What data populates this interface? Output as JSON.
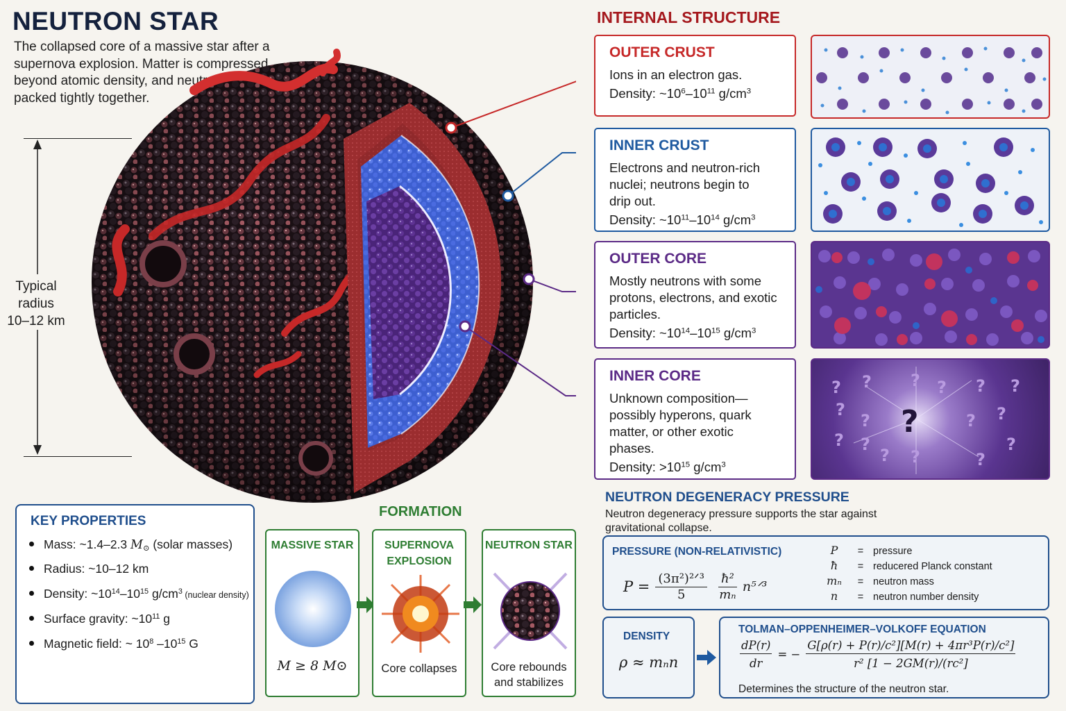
{
  "title": "NEUTRON STAR",
  "intro": "The collapsed core of a massive star after a supernova explosion. Matter is compressed beyond atomic density, and neutrons are packed tightly together.",
  "radius": {
    "label_line1": "Typical",
    "label_line2": "radius",
    "label_line3": "10–12 km"
  },
  "internal_structure": {
    "title": "INTERNAL STRUCTURE",
    "layers": [
      {
        "name": "OUTER CRUST",
        "description": "Ions in an electron gas.",
        "density_prefix": "Density:  ~10",
        "exp1": "6",
        "mid": "–10",
        "exp2": "11",
        "density_unit": " g/cm",
        "unit_exp": "3",
        "color": "#c62828"
      },
      {
        "name": "INNER CRUST",
        "description": "Electrons and neutron-rich nuclei; neutrons begin to drip out.",
        "density_prefix": "Density:  ~10",
        "exp1": "11",
        "mid": "–10",
        "exp2": "14",
        "density_unit": " g/cm",
        "unit_exp": "3",
        "color": "#1f5aa0"
      },
      {
        "name": "OUTER CORE",
        "description": "Mostly neutrons with some protons, electrons, and exotic particles.",
        "density_prefix": "Density:  ~10",
        "exp1": "14",
        "mid": "–10",
        "exp2": "15",
        "density_unit": "  g/cm",
        "unit_exp": "3",
        "color": "#5b2a86"
      },
      {
        "name": "INNER CORE",
        "description": "Unknown composition—possibly hyperons, quark matter, or other exotic phases.",
        "density_prefix": "Density:  >10",
        "exp1": "15",
        "mid": "",
        "exp2": "",
        "density_unit": "  g/cm",
        "unit_exp": "3",
        "color": "#5b2a86"
      }
    ]
  },
  "key_properties": {
    "title": "KEY PROPERTIES",
    "mass_label": "Mass:  ~1.4–2.3 ",
    "mass_note": " (solar masses)",
    "radius_label": "Radius:  ~10–12 km",
    "density_label": "Density:  ~10",
    "density_e1": "14",
    "density_mid": "–10",
    "density_e2": "15",
    "density_unit": " g/cm",
    "density_unit_exp": "3",
    "density_note": " (nuclear density)",
    "gravity_label": "Surface gravity:  ~10",
    "gravity_exp": "11",
    "gravity_unit": " g",
    "magnetic_label": "Magnetic field:  ~ 10",
    "magnetic_e1": "8",
    "magnetic_mid": " –10",
    "magnetic_e2": "15",
    "magnetic_unit": "  G"
  },
  "formation": {
    "title": "FORMATION",
    "stages": [
      {
        "title": "MASSIVE STAR",
        "caption": "M ≥ 8 M⊙"
      },
      {
        "title_line1": "SUPERNOVA",
        "title_line2": "EXPLOSION",
        "caption": "Core collapses"
      },
      {
        "title": "NEUTRON STAR",
        "caption_line1": "Core rebounds",
        "caption_line2": "and stabilizes"
      }
    ]
  },
  "degeneracy": {
    "title": "NEUTRON DEGENERACY PRESSURE",
    "description": "Neutron degeneracy pressure supports the star against gravitational collapse.",
    "pressure_title": "PRESSURE (NON-RELATIVISTIC)",
    "formula": {
      "lhs": "P =",
      "num": "(3π²)²ᐟ³",
      "den": "5",
      "hbar": "ħ²",
      "mn": "mₙ",
      "power": "n⁵ᐟ³"
    },
    "legend": [
      {
        "sym": "P",
        "eq": "=",
        "desc": "pressure"
      },
      {
        "sym": "ħ",
        "eq": "=",
        "desc": "reducered Planck constant"
      },
      {
        "sym": "mₙ",
        "eq": "=",
        "desc": "neutron mass"
      },
      {
        "sym": "n",
        "eq": "=",
        "desc": "neutron number density"
      }
    ],
    "density_title": "DENSITY",
    "density_formula": "ρ ≈ mₙn",
    "tov_title": "TOLMAN–OPPENHEIMER–VOLKOFF EQUATION",
    "tov_lhs_num": "dP(r)",
    "tov_lhs_den": "dr",
    "tov_eq": "= −",
    "tov_num": "G[ρ(r) + P(r)/c²][M(r) + 4πr³P(r)/c²]",
    "tov_den": "r² [1 − 2GM(r)/(rc²]",
    "tov_note": "Determines the structure of the neutron star."
  },
  "colors": {
    "title": "#14213d",
    "red": "#a5191e",
    "blue": "#1f4e8c",
    "purple": "#5b2a86",
    "green": "#2e7d32"
  },
  "icons": [
    "up-arrow-icon",
    "down-arrow-icon",
    "right-arrow-icon",
    "question-mark-icon"
  ]
}
